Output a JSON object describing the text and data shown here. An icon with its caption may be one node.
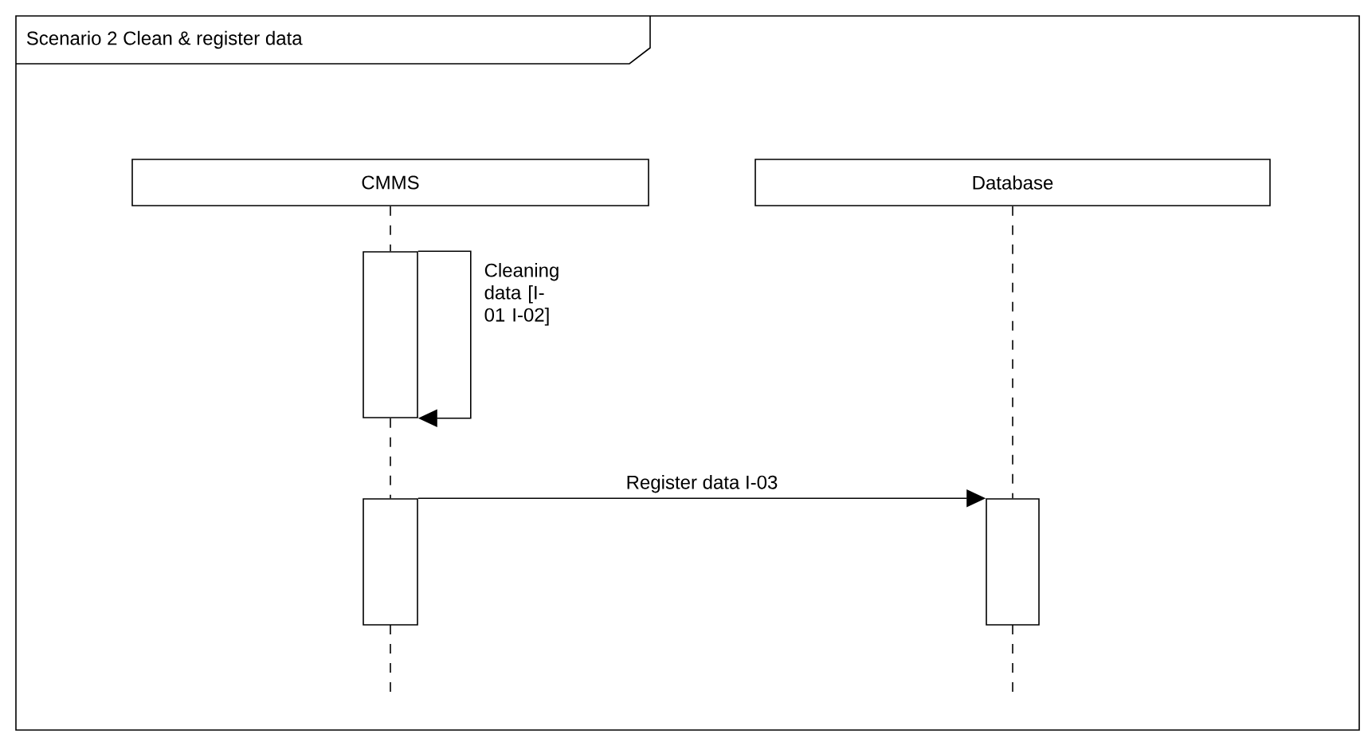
{
  "diagram": {
    "nodes": [
      {
        "text": [
          "Scenario 2 Clean & register data"
        ]
      },
      {
        "text": [
          "CMMS"
        ],
        "in": 0
      },
      {
        "text": [
          "Database"
        ],
        "in": 0
      },
      {
        "text": [],
        "shape": "bar",
        "in": 0
      },
      {
        "text": [],
        "shape": "bar",
        "in": 0
      },
      {
        "text": [],
        "shape": "bar",
        "in": 0
      }
    ],
    "edges": [
      {
        "from": 1,
        "to": 3,
        "arrow": "none",
        "style": "dashed"
      },
      {
        "from": 3,
        "to": 4,
        "arrow": "none",
        "style": "dashed"
      },
      {
        "from": 2,
        "to": 5,
        "arrow": "none",
        "style": "dashed"
      },
      {
        "from": 3,
        "to": 3,
        "arrow": "to",
        "label": "Cleaning data [I-01 I-02]"
      },
      {
        "from": 4,
        "to": 5,
        "arrow": "to",
        "label": "Register data I-03"
      }
    ]
  }
}
